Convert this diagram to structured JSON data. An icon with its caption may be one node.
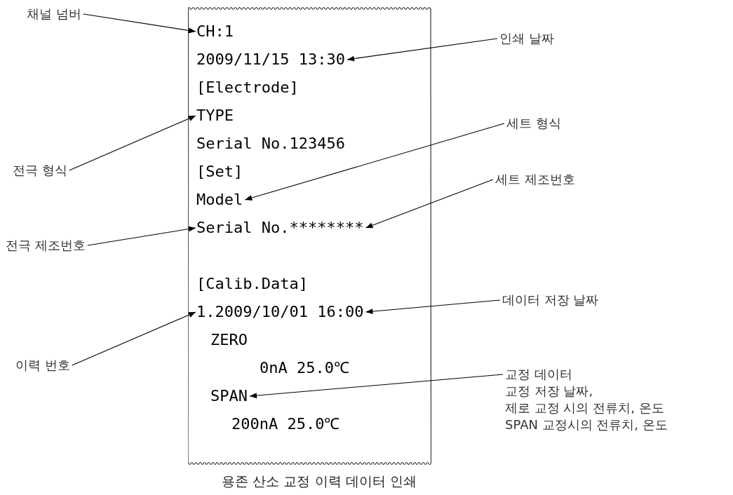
{
  "diagram": {
    "caption": "용존 산소 교정 이력 데이터 인쇄",
    "nodes": [
      {
        "text": [],
        "shape": "box"
      },
      {
        "text": [
          "CH:1"
        ],
        "in": 0
      },
      {
        "text": [
          "2009/11/15 13:30"
        ],
        "in": 0
      },
      {
        "text": [
          "[Electrode]"
        ],
        "in": 0
      },
      {
        "text": [
          "TYPE"
        ],
        "in": 0
      },
      {
        "text": [
          "Serial No.123456"
        ],
        "in": 0
      },
      {
        "text": [
          "[Set]"
        ],
        "in": 0
      },
      {
        "text": [
          "Model"
        ],
        "in": 0
      },
      {
        "text": [
          "Serial No.********"
        ],
        "in": 0
      },
      {
        "text": [
          "[Calib.Data]"
        ],
        "in": 0
      },
      {
        "text": [
          "1.2009/10/01 16:00"
        ],
        "in": 0
      },
      {
        "text": [
          "ZERO"
        ],
        "in": 0
      },
      {
        "text": [
          "0nA 25.0℃"
        ],
        "in": 0
      },
      {
        "text": [
          "SPAN"
        ],
        "in": 0
      },
      {
        "text": [
          "200nA 25.0℃"
        ],
        "in": 0
      },
      {
        "text": [
          "채널 넘버"
        ]
      },
      {
        "text": [
          "인쇄 날짜"
        ]
      },
      {
        "text": [
          "전극 형식"
        ]
      },
      {
        "text": [
          "세트 형식"
        ]
      },
      {
        "text": [
          "세트 제조번호"
        ]
      },
      {
        "text": [
          "전극 제조번호"
        ]
      },
      {
        "text": [
          "데이터 저장 날짜"
        ]
      },
      {
        "text": [
          "이력 번호"
        ]
      },
      {
        "text": [
          "교정 데이터",
          "교정 저장 날짜,",
          "제로 교정 시의 전류치, 온도",
          "SPAN 교정시의 전류치, 온도"
        ]
      }
    ],
    "edges": [
      {
        "from": 15,
        "to": 1,
        "arrow": "to"
      },
      {
        "from": 16,
        "to": 2,
        "arrow": "to"
      },
      {
        "from": 17,
        "to": 4,
        "arrow": "to"
      },
      {
        "from": 18,
        "to": 7,
        "arrow": "to"
      },
      {
        "from": 19,
        "to": 8,
        "arrow": "to"
      },
      {
        "from": 20,
        "to": 8,
        "arrow": "to"
      },
      {
        "from": 21,
        "to": 10,
        "arrow": "to"
      },
      {
        "from": 22,
        "to": 10,
        "arrow": "to"
      },
      {
        "from": 23,
        "to": 13,
        "arrow": "to"
      }
    ]
  }
}
